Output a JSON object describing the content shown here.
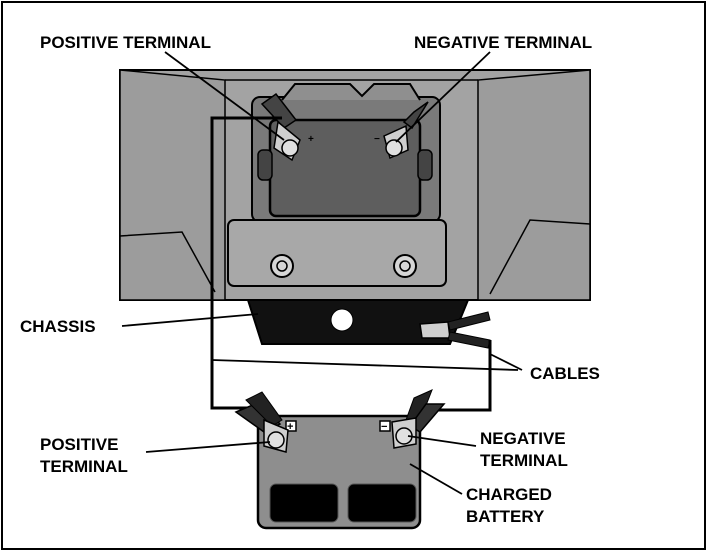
{
  "labels": {
    "positive_terminal_top": "POSITIVE TERMINAL",
    "negative_terminal_top": "NEGATIVE TERMINAL",
    "chassis": "CHASSIS",
    "cables": "CABLES",
    "positive_terminal_bottom_line1": "POSITIVE",
    "positive_terminal_bottom_line2": "TERMINAL",
    "negative_terminal_bottom_line1": "NEGATIVE",
    "negative_terminal_bottom_line2": "TERMINAL",
    "charged_battery_line1": "CHARGED",
    "charged_battery_line2": "BATTERY",
    "plus_sign": "+",
    "minus_sign": "−"
  },
  "colors": {
    "body_gray": "#9a9a9a",
    "dark_gray": "#6f6f6f",
    "mid_gray": "#8a8a8a",
    "light_gray": "#bcbcbc",
    "chassis_black": "#111111"
  }
}
